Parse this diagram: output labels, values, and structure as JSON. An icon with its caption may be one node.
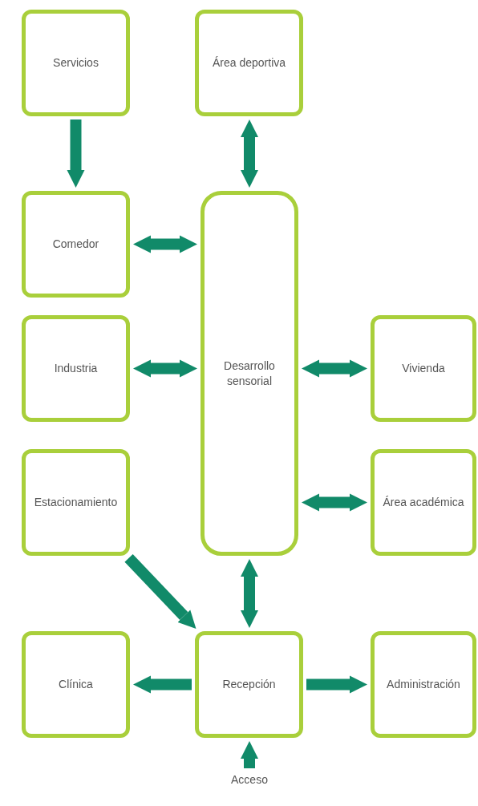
{
  "diagram": {
    "nodes": [
      {
        "text": [
          "Servicios"
        ]
      },
      {
        "text": [
          "Área deportiva"
        ]
      },
      {
        "text": [
          "Comedor"
        ]
      },
      {
        "text": [
          "Desarrollo sensorial"
        ]
      },
      {
        "text": [
          "Industria"
        ]
      },
      {
        "text": [
          "Vivienda"
        ]
      },
      {
        "text": [
          "Estacionamiento"
        ]
      },
      {
        "text": [
          "Área académica"
        ]
      },
      {
        "text": [
          "Clínica"
        ]
      },
      {
        "text": [
          "Recepción"
        ]
      },
      {
        "text": [
          "Administración"
        ]
      },
      {
        "text": [
          "Acceso"
        ]
      }
    ],
    "edges": [
      {
        "from": 0,
        "to": 2,
        "arrow": "to"
      },
      {
        "from": 1,
        "to": 3,
        "arrow": "both"
      },
      {
        "from": 2,
        "to": 3,
        "arrow": "both"
      },
      {
        "from": 4,
        "to": 3,
        "arrow": "both"
      },
      {
        "from": 3,
        "to": 5,
        "arrow": "both"
      },
      {
        "from": 3,
        "to": 7,
        "arrow": "both"
      },
      {
        "from": 6,
        "to": 9,
        "arrow": "to"
      },
      {
        "from": 3,
        "to": 9,
        "arrow": "both"
      },
      {
        "from": 9,
        "to": 8,
        "arrow": "to"
      },
      {
        "from": 9,
        "to": 10,
        "arrow": "to"
      },
      {
        "from": 11,
        "to": 9,
        "arrow": "to"
      }
    ]
  }
}
